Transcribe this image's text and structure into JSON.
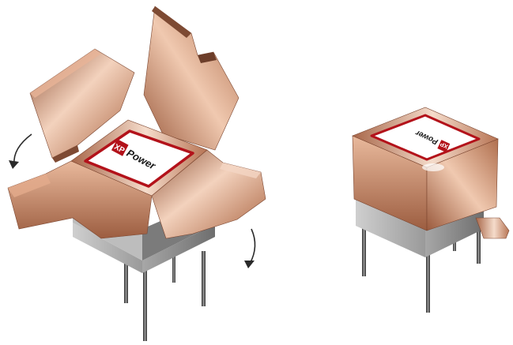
{
  "logo": {
    "mark": "XP",
    "text": "Power"
  },
  "colors": {
    "copper_light": "#f3d2bd",
    "copper_mid": "#c98a67",
    "copper_dark": "#8e5237",
    "label_border": "#b3121a",
    "core_gray": "#8d8d8d",
    "pin": "#3f3f3f"
  },
  "figures": [
    {
      "name": "shield-unfolded",
      "state": "open"
    },
    {
      "name": "shield-folded",
      "state": "closed"
    }
  ]
}
